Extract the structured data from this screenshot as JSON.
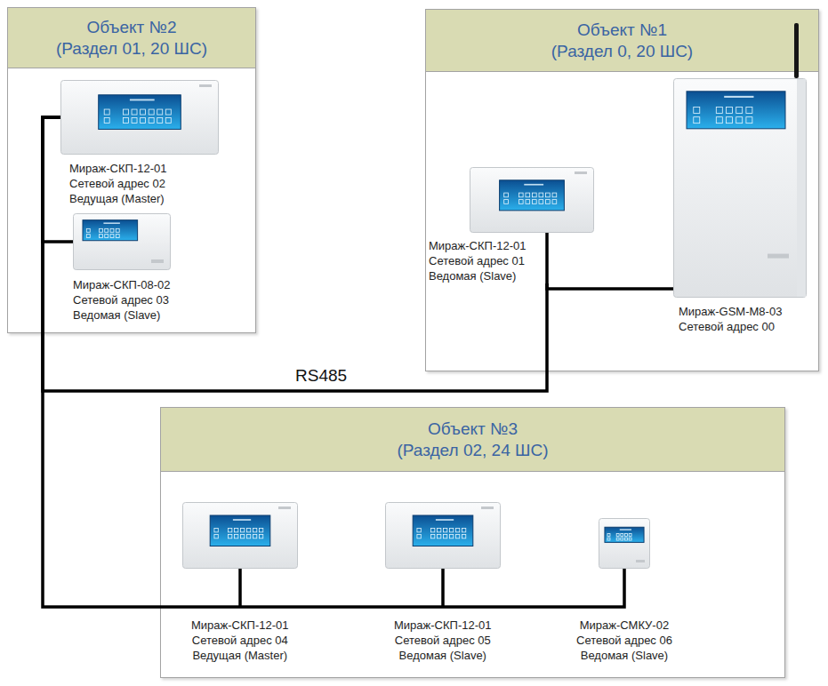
{
  "diagram": {
    "nodes": [
      {
        "text": [
          "Объект №2",
          "(Раздел 01, 20 ШС)"
        ]
      },
      {
        "text": [
          "Мираж-СКП-12-01",
          "Сетевой адрес 02",
          "Ведущая (Master)"
        ],
        "in": 0
      },
      {
        "text": [
          "Мираж-СКП-08-02",
          "Сетевой адрес 03",
          "Ведомая (Slave)"
        ],
        "in": 0
      },
      {
        "text": [
          "Объект №1",
          "(Раздел 0, 20 ШС)"
        ]
      },
      {
        "text": [
          "Мираж-СКП-12-01",
          "Сетевой адрес 01",
          "Ведомая (Slave)"
        ],
        "in": 3
      },
      {
        "text": [
          "Мираж-GSM-M8-03",
          "Сетевой адрес 00"
        ],
        "in": 3
      },
      {
        "text": [
          "Объект №3",
          "(Раздел 02, 24 ШС)"
        ]
      },
      {
        "text": [
          "Мираж-СКП-12-01",
          "Сетевой адрес 04",
          "Ведущая (Master)"
        ],
        "in": 6
      },
      {
        "text": [
          "Мираж-СКП-12-01",
          "Сетевой адрес 05",
          "Ведомая (Slave)"
        ],
        "in": 6
      },
      {
        "text": [
          "Мираж-СМКУ-02",
          "Сетевой адрес 06",
          "Ведомая (Slave)"
        ],
        "in": 6
      }
    ],
    "edges": [
      {
        "from": 1,
        "to": 2,
        "arrow": "none"
      },
      {
        "from": 1,
        "to": 4,
        "arrow": "none",
        "label": "RS485"
      },
      {
        "from": 4,
        "to": 5,
        "arrow": "none"
      },
      {
        "from": 1,
        "to": 7,
        "arrow": "none"
      },
      {
        "from": 7,
        "to": 8,
        "arrow": "none"
      },
      {
        "from": 8,
        "to": 9,
        "arrow": "none"
      }
    ]
  }
}
